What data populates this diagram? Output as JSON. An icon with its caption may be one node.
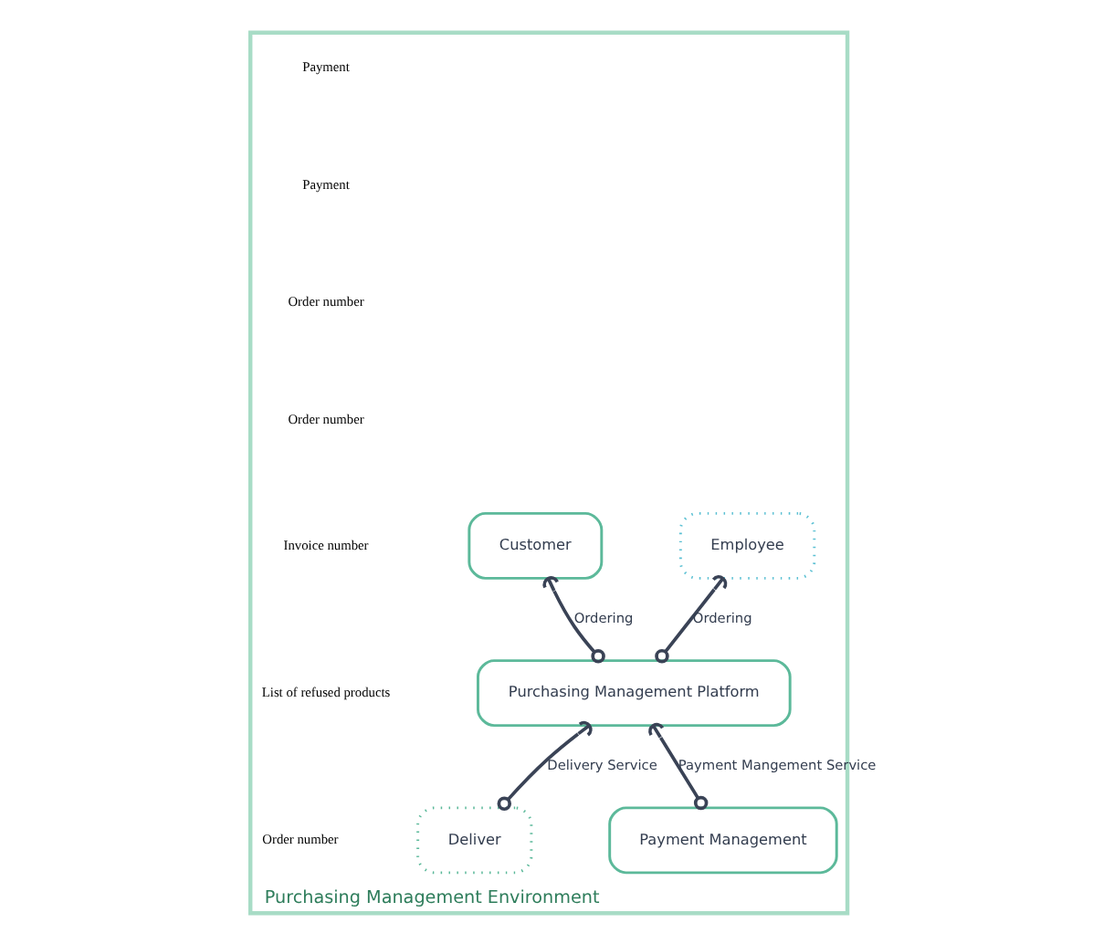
{
  "diagram": {
    "nodes": [
      {
        "text": [
          "Purchasing Management Environment"
        ]
      },
      {
        "text": [
          "Customer"
        ],
        "in": 0
      },
      {
        "text": [
          "Employee"
        ],
        "in": 0
      },
      {
        "text": [
          "Purchasing Management Platform"
        ],
        "in": 0
      },
      {
        "text": [
          "Payment Management"
        ],
        "in": 0
      },
      {
        "text": [
          "Deliver"
        ],
        "in": 0
      }
    ],
    "edges": [
      {
        "from": 3,
        "to": 1,
        "arrow": "other",
        "label": "Ordering"
      },
      {
        "from": 3,
        "to": 2,
        "arrow": "other",
        "label": "Ordering"
      },
      {
        "from": 5,
        "to": 3,
        "arrow": "other",
        "label": "Delivery Service"
      },
      {
        "from": 4,
        "to": 3,
        "arrow": "other",
        "label": "Payment Mangement Service"
      }
    ],
    "labels": [
      "Payment",
      "Payment",
      "Order number",
      "Order number",
      "Invoice number",
      "List of refused products",
      "Order number"
    ]
  }
}
